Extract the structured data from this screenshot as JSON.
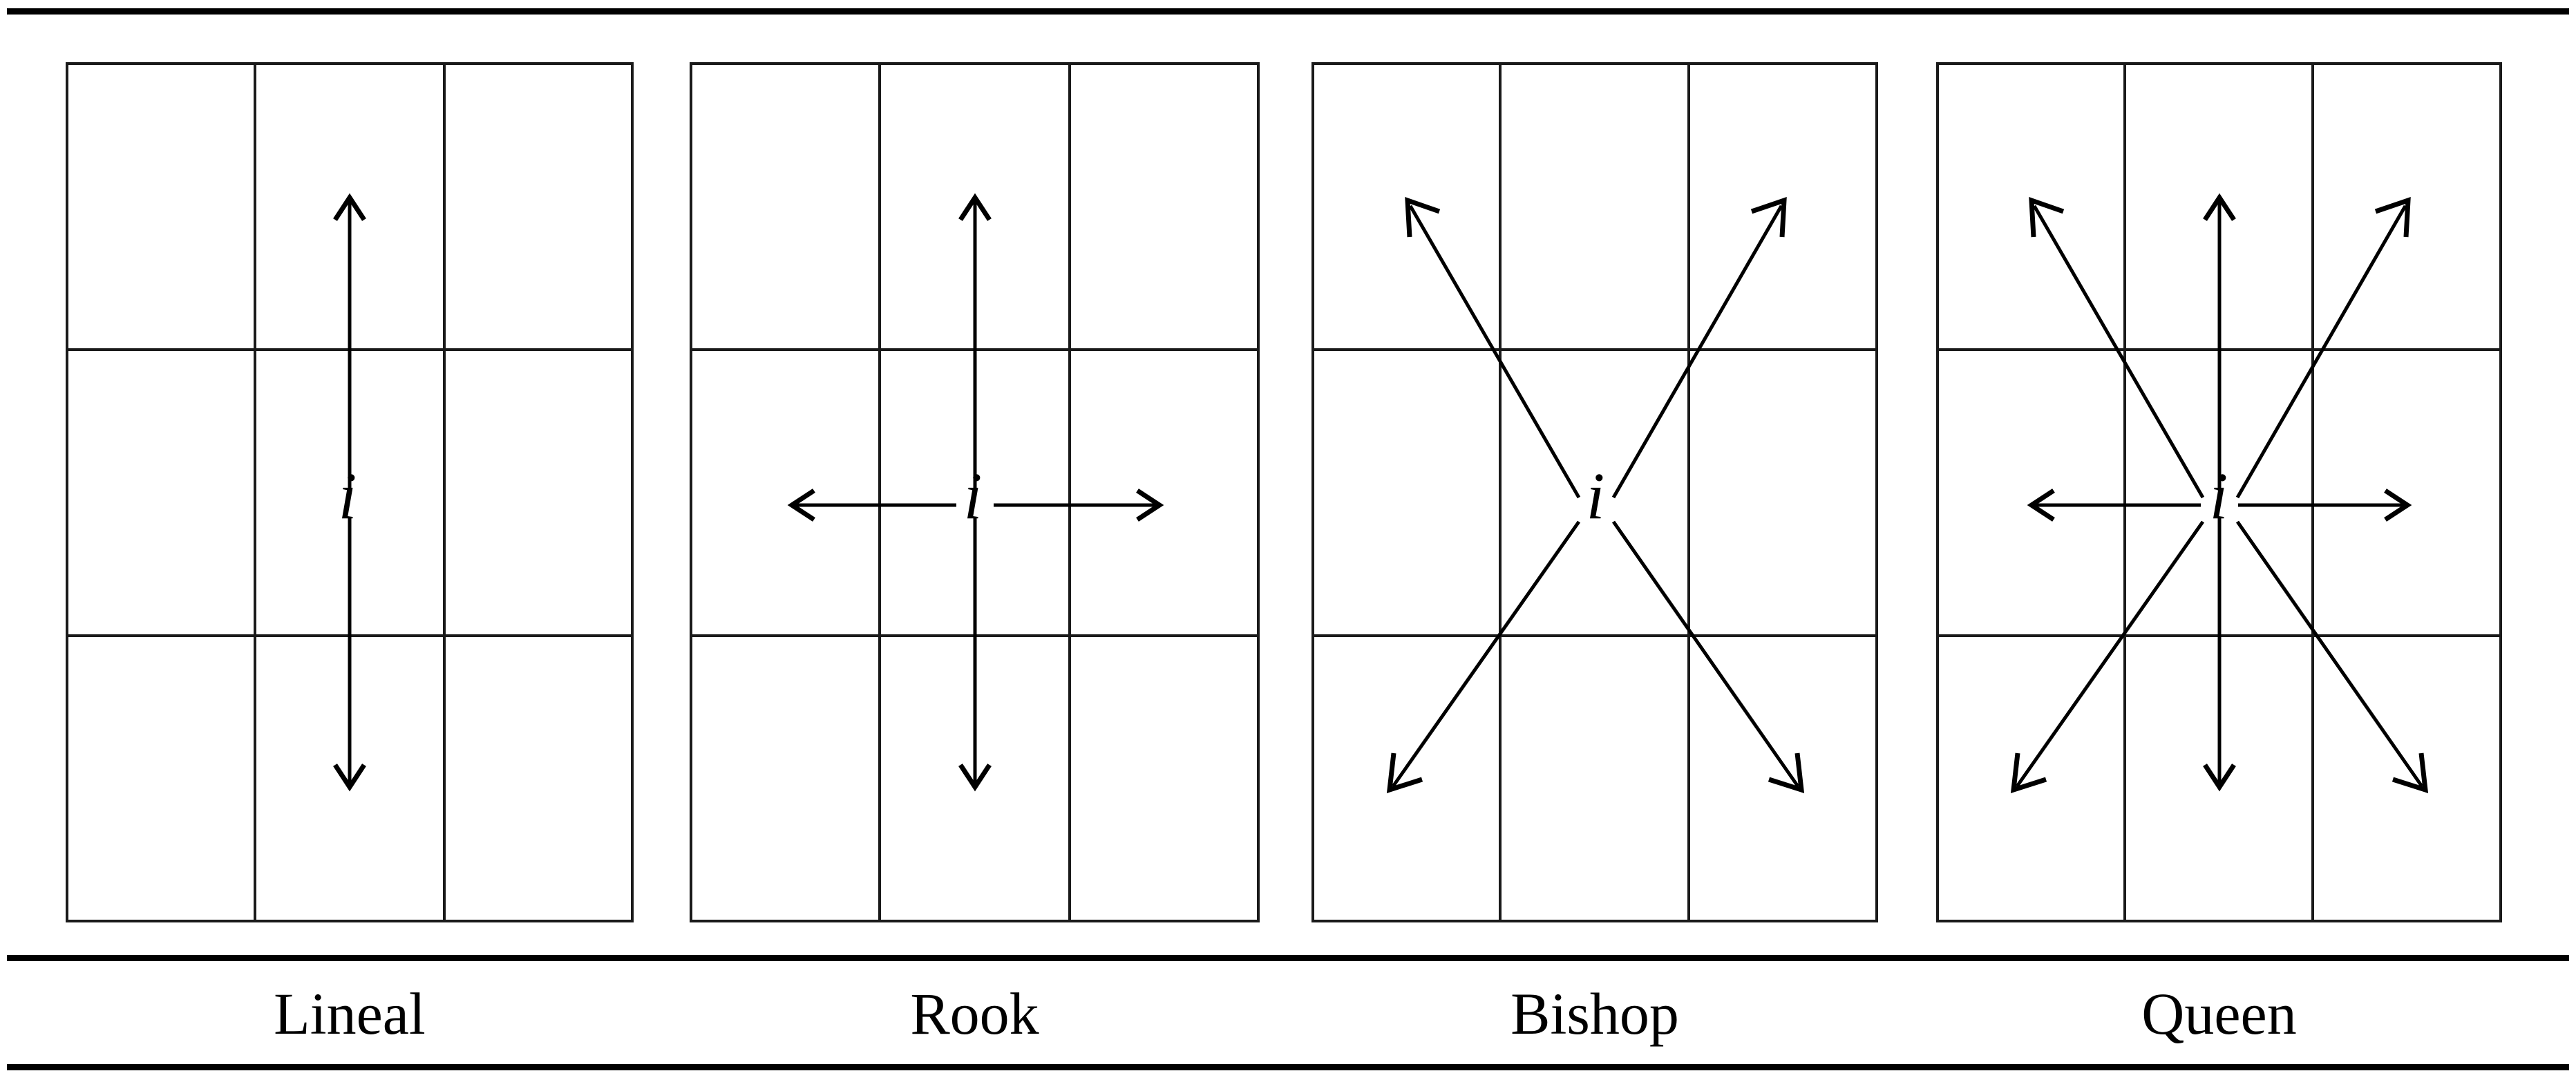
{
  "figure": {
    "piece_marker": "i",
    "line_color": "#000000",
    "background_color": "#ffffff",
    "grid": {
      "rows": 3,
      "cols": 3
    },
    "rules": [
      {
        "name": "top-rule"
      },
      {
        "name": "mid-rule"
      },
      {
        "name": "bottom-rule"
      }
    ],
    "panels": [
      {
        "id": "lineal",
        "caption": "Lineal",
        "marker": "i",
        "directions": [
          "up",
          "down"
        ],
        "direction_count": 2
      },
      {
        "id": "rook",
        "caption": "Rook",
        "marker": "i",
        "directions": [
          "up",
          "down",
          "left",
          "right"
        ],
        "direction_count": 4
      },
      {
        "id": "bishop",
        "caption": "Bishop",
        "marker": "i",
        "directions": [
          "up-left",
          "up-right",
          "down-left",
          "down-right"
        ],
        "direction_count": 4
      },
      {
        "id": "queen",
        "caption": "Queen",
        "marker": "i",
        "directions": [
          "up",
          "down",
          "left",
          "right",
          "up-left",
          "up-right",
          "down-left",
          "down-right"
        ],
        "direction_count": 8
      }
    ]
  }
}
